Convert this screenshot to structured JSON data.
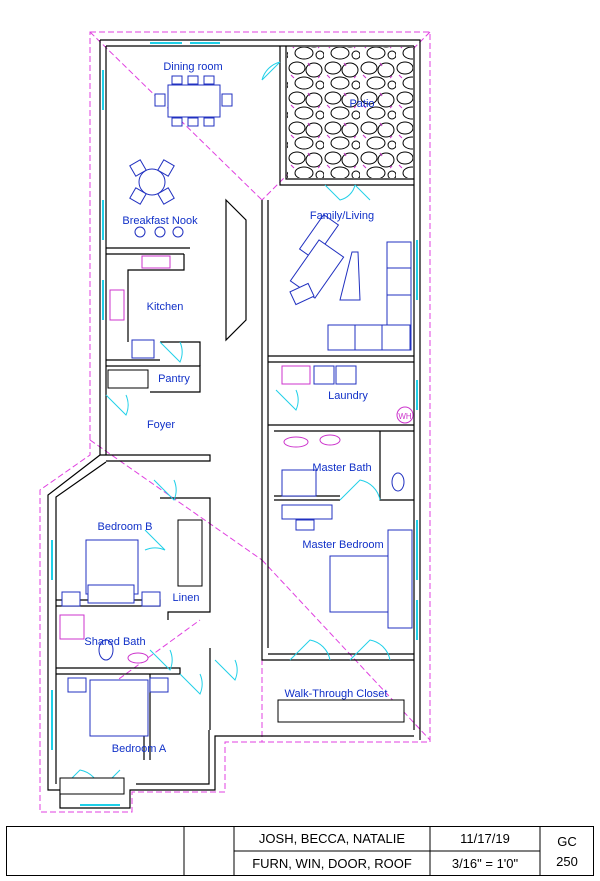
{
  "rooms": {
    "dining": "Dining room",
    "patio": "Patio",
    "breakfast": "Breakfast Nook",
    "family": "Family/Living",
    "kitchen": "Kitchen",
    "pantry": "Pantry",
    "laundry": "Laundry",
    "foyer": "Foyer",
    "master_bath": "Master Bath",
    "bedroom_b": "Bedroom B",
    "master_bedroom": "Master Bedroom",
    "linen": "Linen",
    "shared_bath": "Shared Bath",
    "closet": "Walk-Through Closet",
    "bedroom_a": "Bedroom A",
    "wh": "WH"
  },
  "title_block": {
    "names": "JOSH, BECCA, NATALIE",
    "date": "11/17/19",
    "course": "GC",
    "contents": "FURN, WIN, DOOR, ROOF",
    "scale": "3/16\" = 1'0\"",
    "number": "250"
  },
  "colors": {
    "wall": "#000000",
    "label": "#1030c8",
    "roof": "#e040e0",
    "window": "#20d0e8",
    "furniture": "#2030c0"
  }
}
